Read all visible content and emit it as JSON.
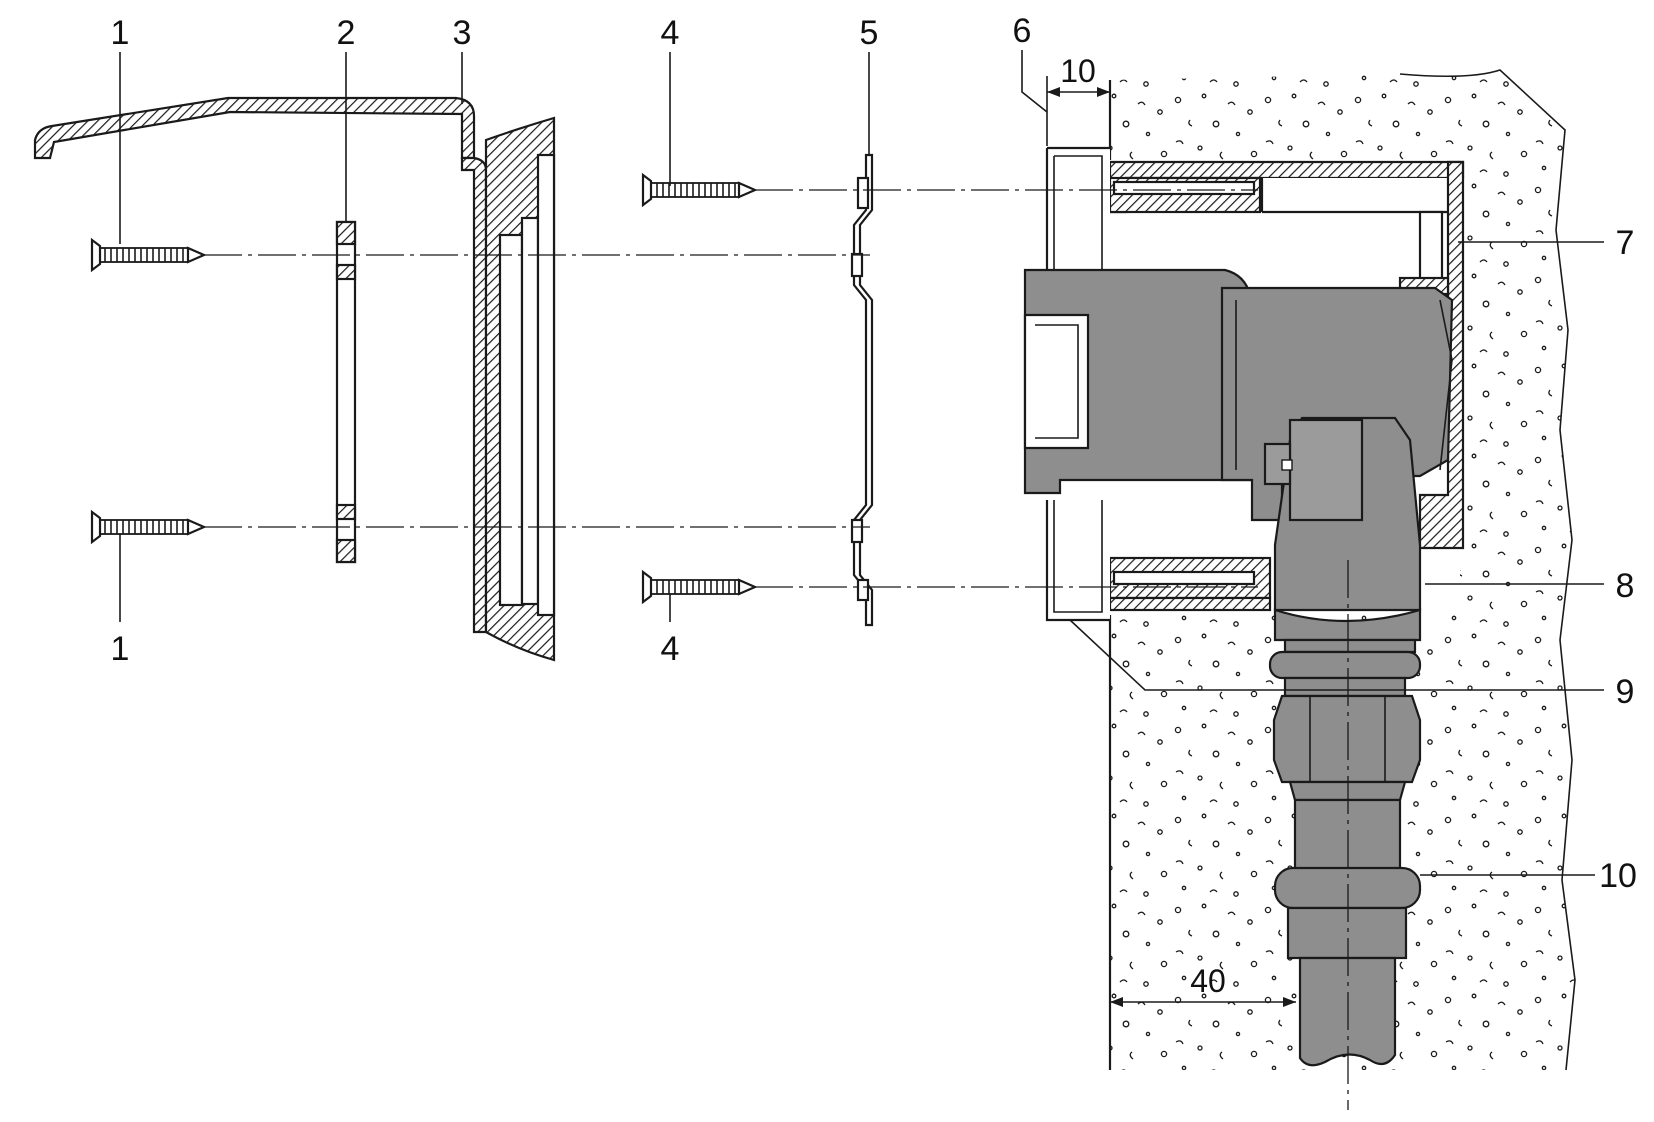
{
  "callouts": {
    "c1_top": "1",
    "c1_bottom": "1",
    "c2": "2",
    "c3": "3",
    "c4_top": "4",
    "c4_bottom": "4",
    "c5": "5",
    "c6": "6",
    "c7": "7",
    "c8": "8",
    "c9": "9",
    "c10": "10"
  },
  "dimensions": {
    "top_offset": "10",
    "bottom_offset": "40"
  },
  "colors": {
    "line": "#1a1a1a",
    "component_fill": "#8e8e8e",
    "wall_speckle": "#1a1a1a",
    "background": "#ffffff"
  }
}
